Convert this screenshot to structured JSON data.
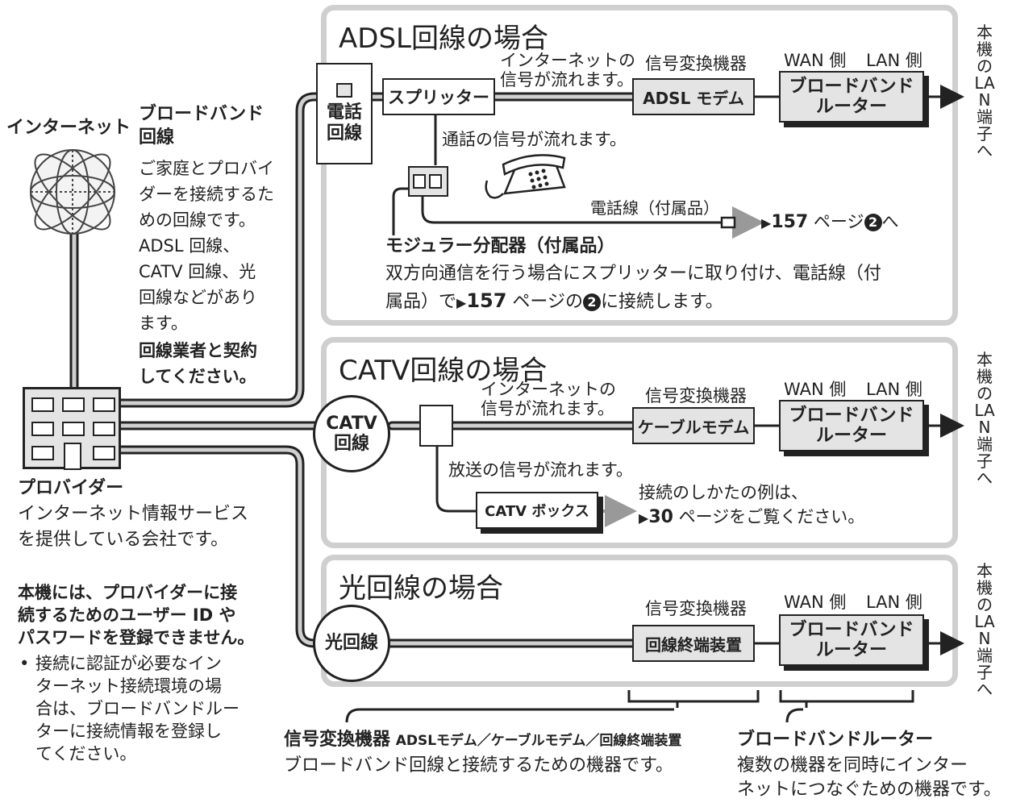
{
  "internet": {
    "label": "インターネット",
    "globe_icon": "globe-icon"
  },
  "broadband": {
    "title_lines": [
      "ブロードバンド",
      "回線"
    ],
    "desc_lines": [
      "ご家庭とプロバイ",
      "ダーを接続するた",
      "めの回線です。",
      "ADSL 回線、",
      "CATV 回線、光",
      "回線などがあり",
      "ます。"
    ],
    "contract_lines": [
      "回線業者と契約",
      "してください。"
    ]
  },
  "provider": {
    "title": "プロバイダー",
    "desc_lines": [
      "インターネット情報サービス",
      "を提供している会社です。"
    ]
  },
  "note": {
    "title_lines": [
      "本機には、プロバイダーに接",
      "続するためのユーザー ID や",
      "パスワードを登録できません。"
    ],
    "bullet": "•",
    "body_lines": [
      "接続に認証が必要なイン",
      "ターネット接続環境の場",
      "合は、ブロードバンドルー",
      "ターに接続情報を登録し",
      "てください。"
    ]
  },
  "adsl": {
    "title": "ADSL回線の場合",
    "phone_line": [
      "電話",
      "回線"
    ],
    "splitter": "スプリッター",
    "inet_signal": [
      "インターネットの",
      "信号が流れます。"
    ],
    "converter_label": "信号変換機器",
    "modem": "ADSL モデム",
    "wan": "WAN 側",
    "lan": "LAN 側",
    "router": [
      "ブロードバンド",
      "ルーター"
    ],
    "voice_signal": "通話の信号が流れます。",
    "phone_cord": "電話線（付属品）",
    "page_ref_prefix": "▶",
    "page_ref_num": "157",
    "page_ref_suffix": " ページ",
    "circle2": "2",
    "page_ref_tail": "へ",
    "modular_title": "モジュラー分配器（付属品）",
    "modular_line1": "双方向通信を行う場合にスプリッターに取り付け、電話線（付",
    "modular_line2_a": "属品）で",
    "modular_line2_num": "157",
    "modular_line2_b": " ページの",
    "modular_line2_c": "に接続します。"
  },
  "catv": {
    "title": "CATV回線の場合",
    "circle": [
      "CATV",
      "回線"
    ],
    "inet_signal": [
      "インターネットの",
      "信号が流れます。"
    ],
    "converter_label": "信号変換機器",
    "modem": "ケーブルモデム",
    "wan": "WAN 側",
    "lan": "LAN 側",
    "router": [
      "ブロードバンド",
      "ルーター"
    ],
    "broadcast_signal": "放送の信号が流れます。",
    "box": "CATV ボックス",
    "example_line1": "接続のしかたの例は、",
    "example_num": "30",
    "example_line2": " ページをご覧ください。"
  },
  "optical": {
    "title": "光回線の場合",
    "circle": "光回線",
    "converter_label": "信号変換機器",
    "terminal": "回線終端装置",
    "wan": "WAN 側",
    "lan": "LAN 側",
    "router": [
      "ブロードバンド",
      "ルーター"
    ]
  },
  "lan_port": "本機のLAN端子へ",
  "legend": {
    "conv_title": "信号変換機器",
    "conv_examples": "ADSLモデム／ケーブルモデム／回線終端装置",
    "conv_desc": "ブロードバンド回線と接続するための機器です。",
    "router_title": "ブロードバンドルーター",
    "router_desc_lines": [
      "複数の機器を同時にインター",
      "ネットにつなぐための機器です。"
    ]
  }
}
